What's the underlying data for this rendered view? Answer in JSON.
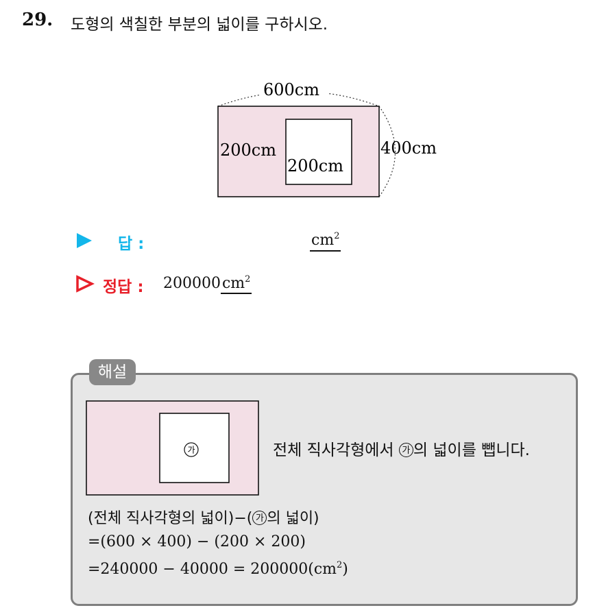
{
  "question": {
    "number": "29.",
    "text": "도형의 색칠한 부분의 넓이를 구하시오."
  },
  "figure": {
    "label_top": "600cm",
    "label_right": "400cm",
    "label_left_inner": "200cm",
    "label_bottom_inner": "200cm",
    "fill_color": "#f3dfe6"
  },
  "answer": {
    "label": "답 :",
    "unit": "cm",
    "unit_sup": "2"
  },
  "correct": {
    "label": "정답 :",
    "value": "200000",
    "unit": "cm",
    "unit_sup": "2"
  },
  "explanation": {
    "tab": "해설",
    "inner_mark": "가",
    "desc_before": "전체 직사각형에서 ",
    "desc_mark": "가",
    "desc_after": "의 넓이를 뺍니다.",
    "line1_before": "(전체 직사각형의 넓이)−(",
    "line1_mark": "가",
    "line1_after": "의 넓이)",
    "line2": "=(600 × 400) − (200 × 200)",
    "line3": "=240000 − 40000 = 200000(",
    "line3_unit": "cm",
    "line3_sup": "2",
    "line3_close": ")"
  },
  "colors": {
    "answer_label": "#13b6ea",
    "correct_label": "#e8202a",
    "box_bg": "#e7e7e7",
    "box_border": "#7f7f7f"
  }
}
